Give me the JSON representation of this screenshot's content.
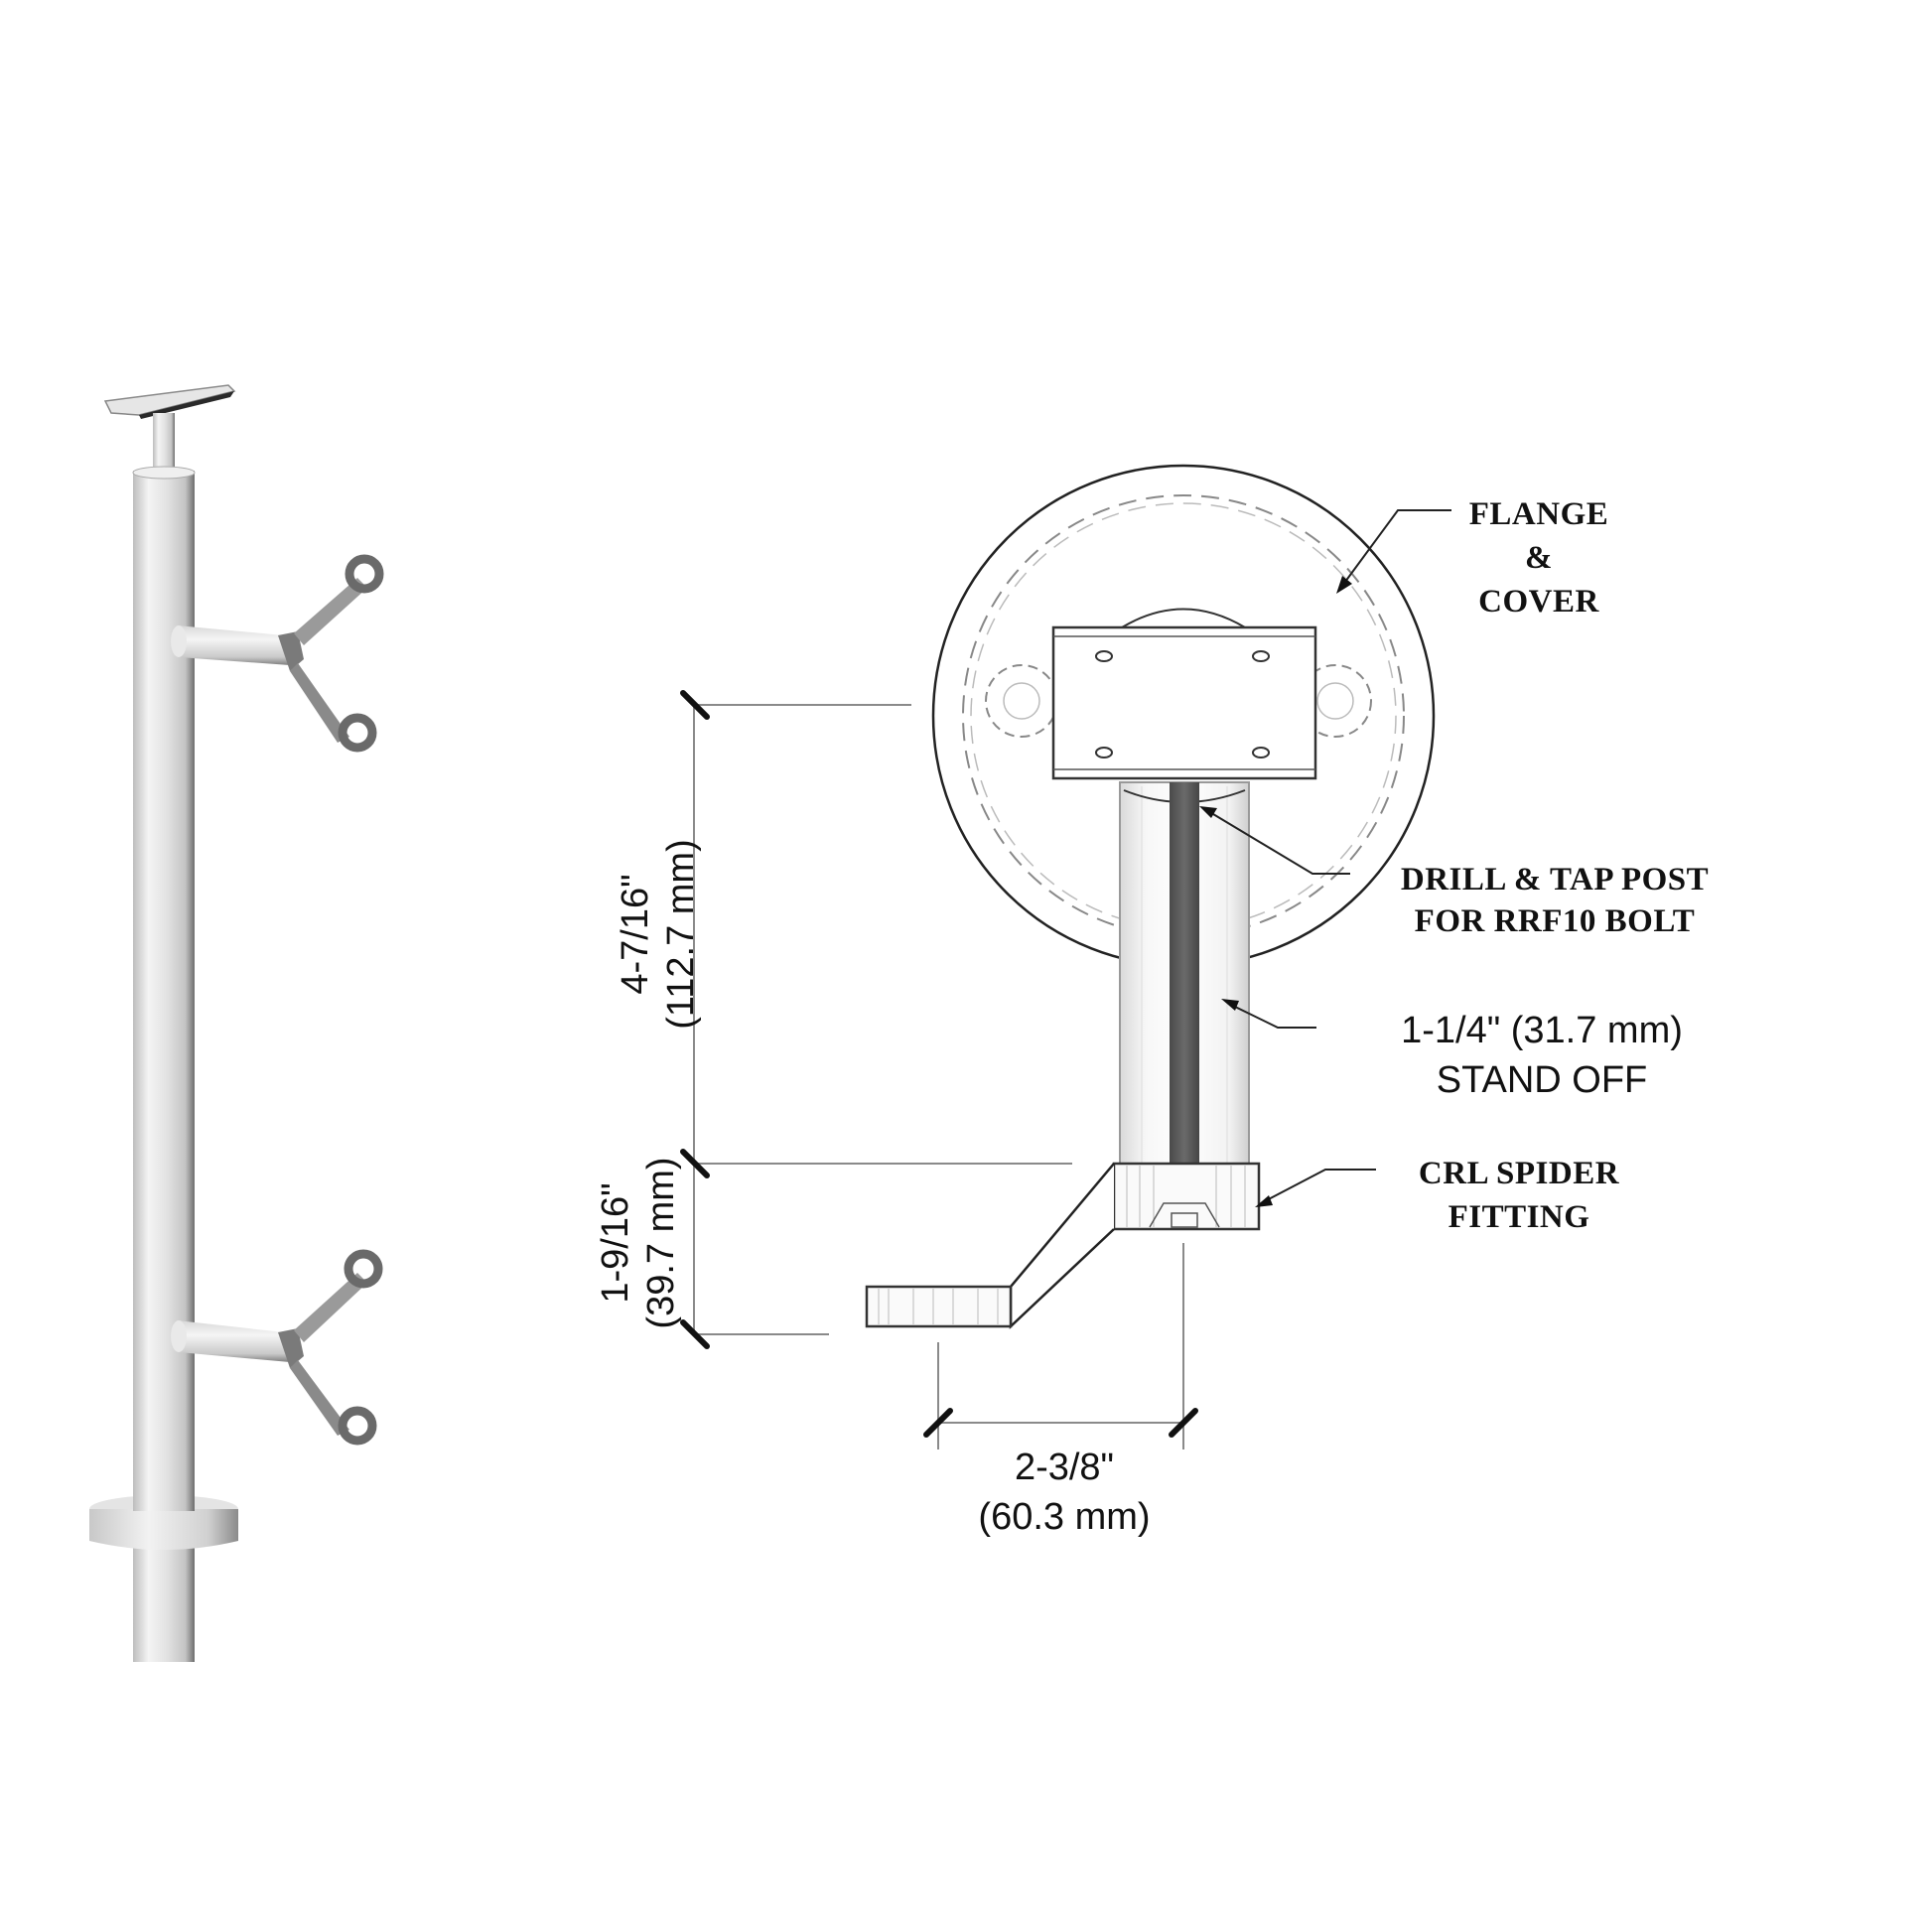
{
  "diagram": {
    "title": "Spider fitting post with flange stand-off detail",
    "product_render": {
      "components": [
        "saddle-top",
        "post",
        "spider-fitting-upper",
        "spider-fitting-lower",
        "base-flange"
      ]
    },
    "callouts": {
      "flange_cover": {
        "line1": "FLANGE",
        "line2": "&",
        "line3": "COVER"
      },
      "drill_tap": {
        "line1": "DRILL  & TAP POST",
        "line2": "FOR RRF10 BOLT"
      },
      "standoff": {
        "line1": "1-1/4\" (31.7 mm)",
        "line2": "STAND OFF"
      },
      "spider": {
        "line1": "CRL SPIDER",
        "line2": "FITTING"
      }
    },
    "dimensions": {
      "vertical_upper": {
        "imperial": "4-7/16\"",
        "metric": "(112.7 mm)"
      },
      "vertical_lower": {
        "imperial": "1-9/16\"",
        "metric": "(39.7 mm)"
      },
      "horizontal": {
        "imperial": "2-3/8\"",
        "metric": "(60.3 mm)"
      }
    },
    "colors": {
      "background": "#ffffff",
      "line": "#333333",
      "bolt": "#5a5a5a",
      "metal_light": "#e8e8e8",
      "metal_dark": "#7a7a7a"
    }
  }
}
